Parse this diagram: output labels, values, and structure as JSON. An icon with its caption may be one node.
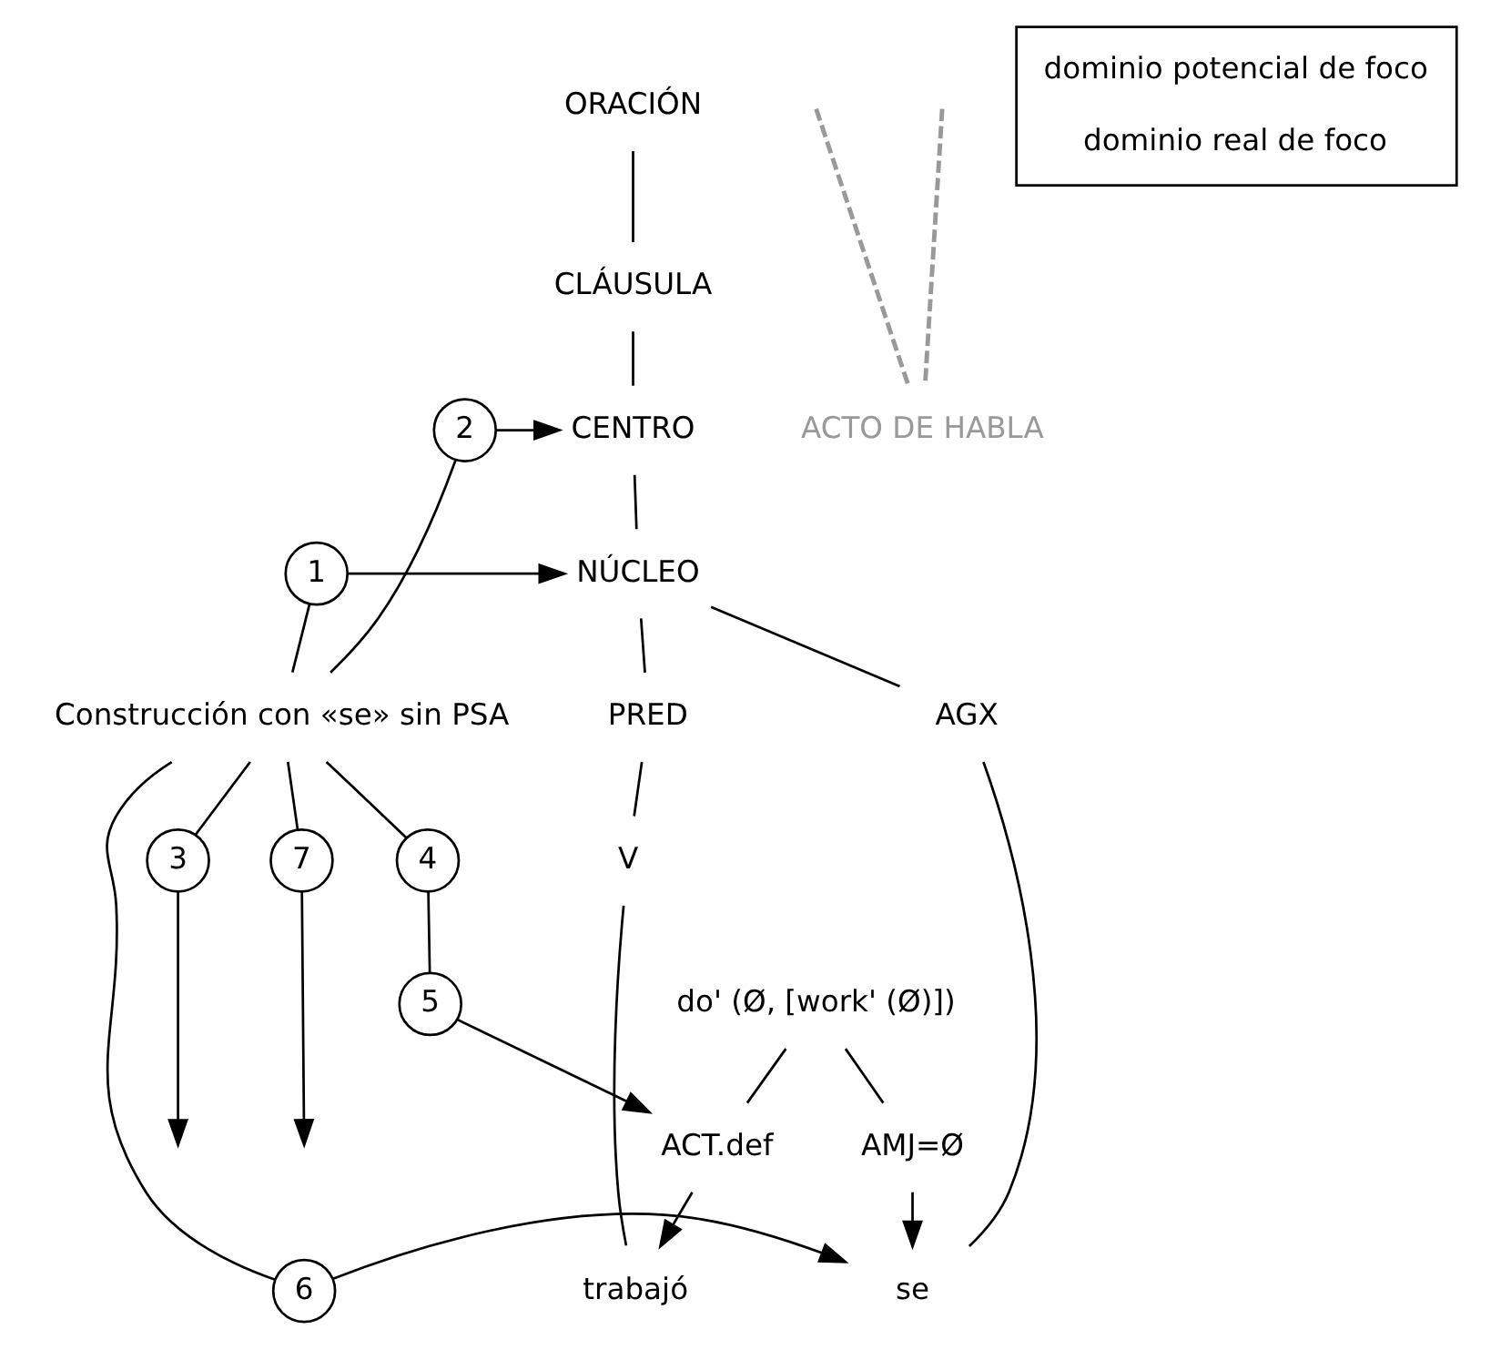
{
  "diagram": {
    "nodes": [
      {
        "text": [
          "ORACIÓN"
        ]
      },
      {
        "text": [
          "CLÁUSULA"
        ]
      },
      {
        "text": [
          "CENTRO"
        ]
      },
      {
        "text": [
          "NÚCLEO"
        ]
      },
      {
        "text": [
          "AGX"
        ]
      },
      {
        "text": [
          "PRED"
        ]
      },
      {
        "text": [
          "V"
        ]
      },
      {
        "text": [
          "se"
        ]
      },
      {
        "text": [
          "trabajó"
        ]
      },
      {
        "text": [
          "ACT.def"
        ]
      },
      {
        "text": [
          "AMJ=Ø"
        ]
      },
      {
        "text": [
          "do' (Ø, [work' (Ø)])"
        ]
      },
      {
        "text": [
          "Construcción con «se» sin PSA"
        ]
      },
      {
        "text": [
          "2"
        ]
      },
      {
        "text": [
          "1"
        ]
      },
      {
        "text": [
          "7"
        ]
      },
      {
        "text": [
          "6"
        ]
      },
      {
        "text": [
          "3"
        ]
      },
      {
        "text": [
          "4"
        ]
      },
      {
        "text": [
          "5"
        ]
      },
      {
        "text": [
          "ACTO DE HABLA"
        ]
      }
    ],
    "edges": [
      {
        "from": 0,
        "to": 1,
        "arrow": "none"
      },
      {
        "from": 1,
        "to": 2,
        "arrow": "none"
      },
      {
        "from": 2,
        "to": 3,
        "arrow": "none"
      },
      {
        "from": 3,
        "to": 4,
        "arrow": "none"
      },
      {
        "from": 3,
        "to": 5,
        "arrow": "none"
      },
      {
        "from": 5,
        "to": 6,
        "arrow": "none"
      },
      {
        "from": 4,
        "to": 7,
        "arrow": "none"
      },
      {
        "from": 6,
        "to": 8,
        "arrow": "none"
      },
      {
        "from": 9,
        "to": 8,
        "arrow": "to"
      },
      {
        "from": 10,
        "to": 7,
        "arrow": "to"
      },
      {
        "from": 11,
        "to": 9,
        "arrow": "none"
      },
      {
        "from": 11,
        "to": 10,
        "arrow": "none"
      },
      {
        "from": 12,
        "to": 13,
        "arrow": "none"
      },
      {
        "from": 13,
        "to": 2,
        "arrow": "to"
      },
      {
        "from": 12,
        "to": 14,
        "arrow": "none"
      },
      {
        "from": 14,
        "to": 3,
        "arrow": "to"
      },
      {
        "from": 12,
        "to": 15,
        "arrow": "none"
      },
      {
        "from": 15,
        "to": null,
        "arrow": "to"
      },
      {
        "from": 12,
        "to": 16,
        "arrow": "none"
      },
      {
        "from": 16,
        "to": 7,
        "arrow": "to"
      },
      {
        "from": 12,
        "to": 17,
        "arrow": "none"
      },
      {
        "from": 17,
        "to": null,
        "arrow": "to"
      },
      {
        "from": 12,
        "to": 18,
        "arrow": "none"
      },
      {
        "from": 18,
        "to": 19,
        "arrow": "none"
      },
      {
        "from": 19,
        "to": 9,
        "arrow": "to"
      },
      {
        "from": null,
        "to": 20,
        "arrow": "none",
        "style": "dashed",
        "color": "#999999"
      },
      {
        "from": null,
        "to": 20,
        "arrow": "none",
        "style": "dashed",
        "color": "#999999"
      }
    ],
    "legend": [
      {
        "text": "dominio potencial de foco"
      },
      {
        "text": "dominio real de foco"
      }
    ]
  }
}
